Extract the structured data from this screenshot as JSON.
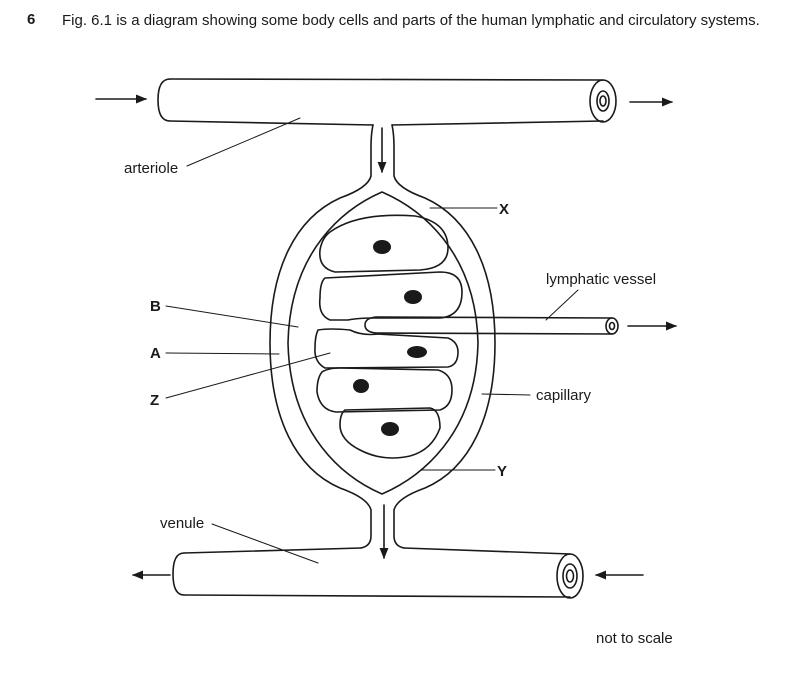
{
  "question": {
    "number": "6",
    "text": "Fig. 6.1 is a diagram showing some body cells and parts of the human lymphatic and circulatory systems."
  },
  "labels": {
    "arteriole": "arteriole",
    "x": "X",
    "lymphatic_vessel": "lymphatic vessel",
    "b": "B",
    "a": "A",
    "z": "Z",
    "capillary": "capillary",
    "y": "Y",
    "venule": "venule"
  },
  "footnote": "not to scale",
  "colors": {
    "ink": "#1a1a1a",
    "background": "#ffffff"
  }
}
